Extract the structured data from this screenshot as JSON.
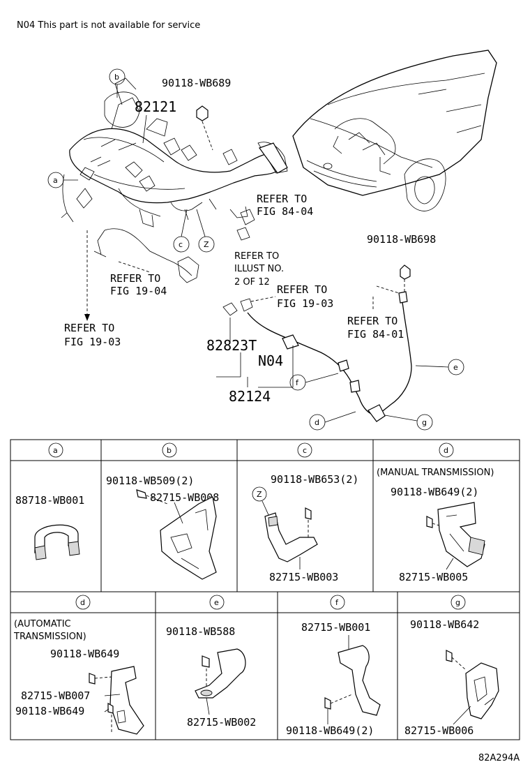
{
  "header_note": "N04 This part is not available for service",
  "diagram_code": "82A294A",
  "main": {
    "callout_b": "b",
    "callout_a": "a",
    "callout_c": "c",
    "callout_z": "Z",
    "callout_e": "e",
    "callout_f": "f",
    "callout_d": "d",
    "callout_g": "g",
    "part_82121": "82121",
    "part_90118_wb689": "90118-WB689",
    "part_90118_wb698": "90118-WB698",
    "part_82823t": "82823T",
    "part_n04": "N04",
    "part_82124": "82124",
    "ref_84_04_a": "REFER TO",
    "ref_84_04_b": "FIG 84-04",
    "ref_19_04_a": "REFER TO",
    "ref_19_04_b": "FIG 19-04",
    "ref_19_03_left_a": "REFER TO",
    "ref_19_03_left_b": "FIG 19-03",
    "ref_19_03_mid_a": "REFER TO",
    "ref_19_03_mid_b": "FIG 19-03",
    "ref_84_01_a": "REFER TO",
    "ref_84_01_b": "FIG 84-01",
    "ref_illust_a": "REFER TO",
    "ref_illust_b": "ILLUST NO.",
    "ref_illust_c": "2 OF 12"
  },
  "table": {
    "a": {
      "label": "a",
      "parts": [
        "88718-WB001"
      ]
    },
    "b": {
      "label": "b",
      "parts": [
        "90118-WB509(2)",
        "82715-WB008"
      ]
    },
    "c": {
      "label": "c",
      "callout": "Z",
      "parts": [
        "90118-WB653(2)",
        "82715-WB003"
      ]
    },
    "d_manual": {
      "label": "d",
      "caption": "(MANUAL TRANSMISSION)",
      "parts": [
        "90118-WB649(2)",
        "82715-WB005"
      ]
    },
    "d_auto": {
      "label": "d",
      "caption_1": "(AUTOMATIC",
      "caption_2": "TRANSMISSION)",
      "parts": [
        "90118-WB649",
        "82715-WB007",
        "90118-WB649"
      ]
    },
    "e": {
      "label": "e",
      "parts": [
        "90118-WB588",
        "82715-WB002"
      ]
    },
    "f": {
      "label": "f",
      "parts": [
        "82715-WB001",
        "90118-WB649(2)"
      ]
    },
    "g": {
      "label": "g",
      "parts": [
        "90118-WB642",
        "82715-WB006"
      ]
    }
  }
}
